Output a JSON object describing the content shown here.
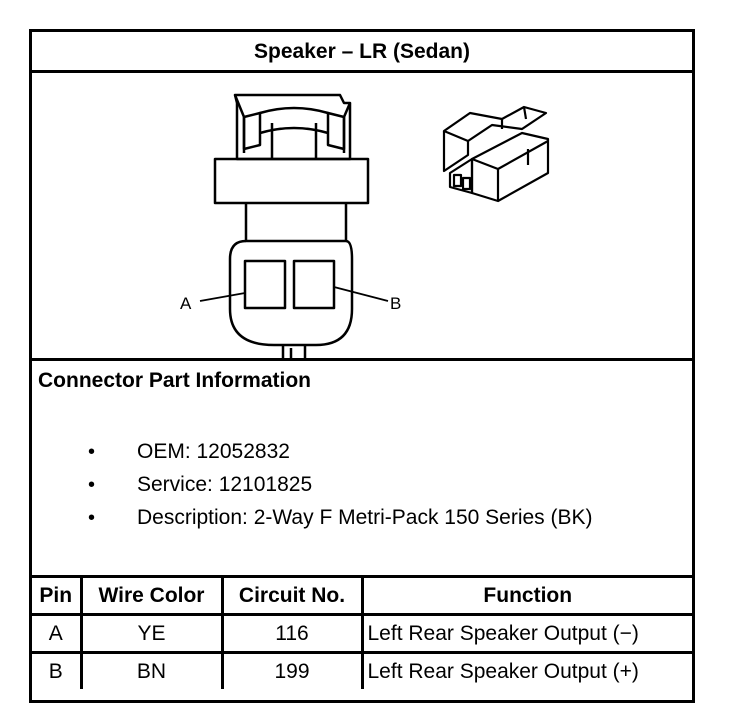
{
  "title": "Speaker – LR (Sedan)",
  "connector_info": {
    "heading": "Connector Part Information",
    "items": [
      "OEM: 12052832",
      "Service: 12101825",
      "Description: 2-Way F Metri-Pack 150 Series (BK)"
    ],
    "bullet": "•"
  },
  "drawing": {
    "label_a": "A",
    "label_b": "B"
  },
  "table": {
    "headers": [
      "Pin",
      "Wire Color",
      "Circuit No.",
      "Function"
    ],
    "rows": [
      [
        "A",
        "YE",
        "116",
        "Left Rear Speaker Output (−)"
      ],
      [
        "B",
        "BN",
        "199",
        "Left Rear Speaker Output (+)"
      ]
    ]
  }
}
